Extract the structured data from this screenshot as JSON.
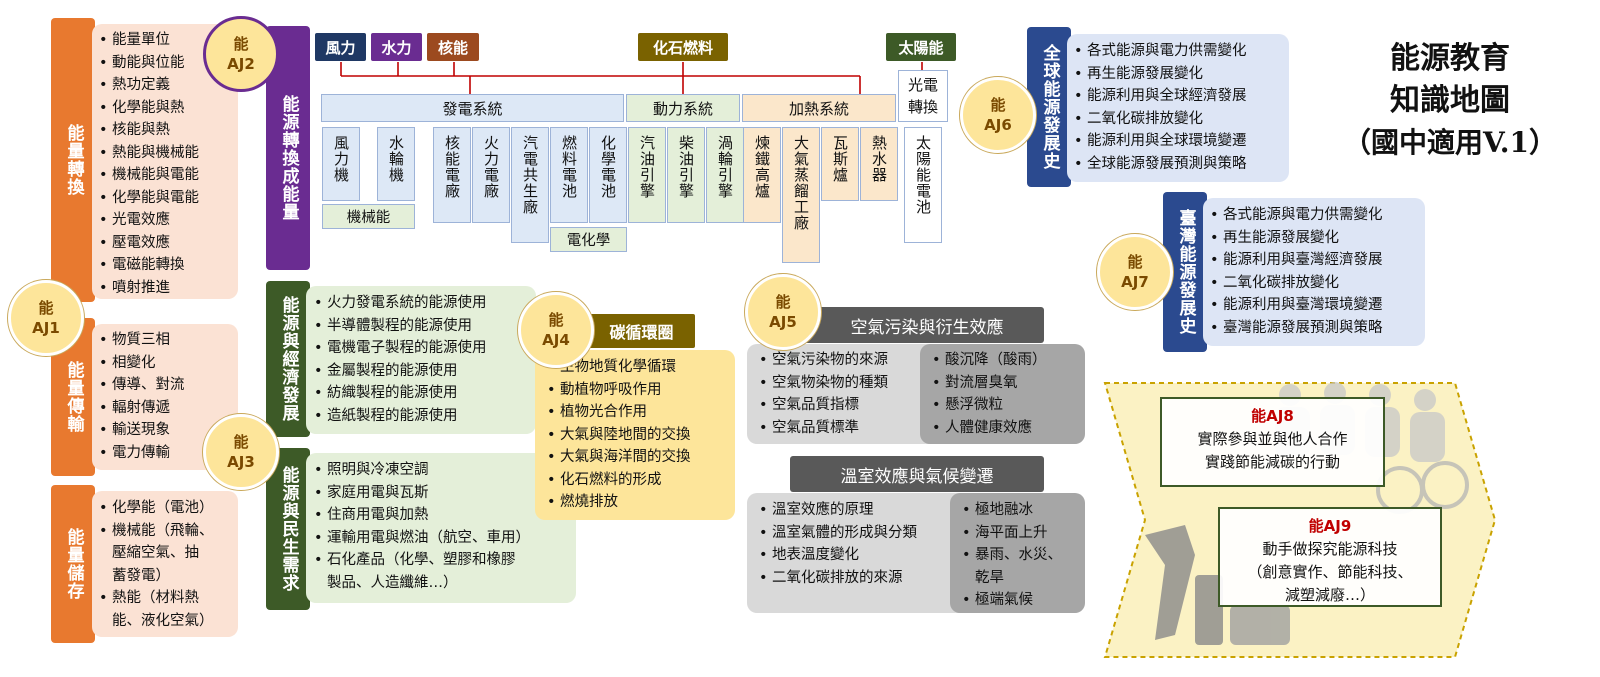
{
  "title": {
    "line1": "能源教育",
    "line2": "知識地圖",
    "line3": "（國中適用V.1）"
  },
  "aj1": {
    "code1": "能",
    "code2": "AJ1",
    "groups": [
      {
        "tab": "能量轉換",
        "items": [
          "能量單位",
          "動能與位能",
          "熱功定義",
          "化學能與熱",
          "核能與熱",
          "熱能與機械能",
          "機械能與電能",
          "化學能與電能",
          "光電效應",
          "壓電效應",
          "電磁能轉換",
          "噴射推進"
        ]
      },
      {
        "tab": "能量傳輸",
        "items": [
          "物質三相",
          "相變化",
          "傳導、對流",
          "輻射傳遞",
          "輸送現象",
          "電力傳輸"
        ]
      },
      {
        "tab": "能量儲存",
        "items": [
          "化學能（電池）",
          "機械能（飛輪、",
          "壓縮空氣、抽",
          "蓄發電）",
          "熱能（材料熱",
          "能、液化空氣）"
        ]
      }
    ]
  },
  "aj2": {
    "code1": "能",
    "code2": "AJ2",
    "tab": "能源轉換成能量",
    "sources": [
      "風力",
      "水力",
      "核能",
      "化石燃料",
      "太陽能"
    ],
    "systems": [
      "發電系統",
      "動力系統",
      "加熱系統",
      "光電轉換"
    ],
    "cells": [
      "風力機",
      "水輪機",
      "核能電廠",
      "火力電廠",
      "汽電共生廠",
      "燃料電池",
      "化學電池",
      "汽油引擎",
      "柴油引擎",
      "渦輪引擎",
      "煉鐵高爐",
      "大氣蒸餾工廠",
      "瓦斯爐",
      "熱水器",
      "太陽能電池"
    ],
    "sub": [
      "機械能",
      "電化學"
    ]
  },
  "aj3": {
    "code1": "能",
    "code2": "AJ3",
    "econ": {
      "tab": "能源與經濟發展",
      "items": [
        "火力發電系統的能源使用",
        "半導體製程的能源使用",
        "電機電子製程的能源使用",
        "金屬製程的能源使用",
        "紡織製程的能源使用",
        "造紙製程的能源使用"
      ]
    },
    "life": {
      "tab": "能源與民生需求",
      "items": [
        "照明與冷凍空調",
        "家庭用電與瓦斯",
        "住商用電與加熱",
        "運輸用電與燃油（航空、車用）",
        "石化產品（化學、塑膠和橡膠",
        "製品、人造纖維…）"
      ]
    }
  },
  "aj4": {
    "code1": "能",
    "code2": "AJ4",
    "header": "碳循環圈",
    "items": [
      "生物地質化學循環",
      "動植物呼吸作用",
      "植物光合作用",
      "大氣與陸地間的交換",
      "大氣與海洋間的交換",
      "化石燃料的形成",
      "燃燒排放"
    ]
  },
  "aj5": {
    "code1": "能",
    "code2": "AJ5",
    "air": {
      "header": "空氣污染與衍生效應",
      "left": [
        "空氣污染物的來源",
        "空氣物染物的種類",
        "空氣品質指標",
        "空氣品質標準"
      ],
      "right": [
        "酸沉降（酸雨）",
        "對流層臭氧",
        "懸浮微粒",
        "人體健康效應"
      ]
    },
    "ghg": {
      "header": "溫室效應與氣候變遷",
      "left": [
        "溫室效應的原理",
        "溫室氣體的形成與分類",
        "地表溫度變化",
        "二氧化碳排放的來源"
      ],
      "right": [
        "極地融冰",
        "海平面上升",
        "暴雨、水災、",
        "乾旱",
        "極端氣候"
      ]
    }
  },
  "aj6": {
    "code1": "能",
    "code2": "AJ6",
    "tab": "全球能源發展史",
    "items": [
      "各式能源與電力供需變化",
      "再生能源發展變化",
      "能源利用與全球經濟發展",
      "二氧化碳排放變化",
      "能源利用與全球環境變遷",
      "全球能源發展預測與策略"
    ]
  },
  "aj7": {
    "code1": "能",
    "code2": "AJ7",
    "tab": "臺灣能源發展史",
    "items": [
      "各式能源與電力供需變化",
      "再生能源發展變化",
      "能源利用與臺灣經濟發展",
      "二氧化碳排放變化",
      "能源利用與臺灣環境變遷",
      "臺灣能源發展預測與策略"
    ]
  },
  "aj8": {
    "code": "能AJ8",
    "lines": [
      "實際參與並與他人合作",
      "實踐節能減碳的行動"
    ]
  },
  "aj9": {
    "code": "能AJ9",
    "lines": [
      "動手做探究能源科技",
      "（創意實作、節能科技、",
      "減塑減廢…）"
    ]
  },
  "colors": {
    "orange": "#e8792f",
    "purple": "#6a2c91",
    "green": "#3d5a27",
    "navy": "#2b4a8f",
    "yellow": "#fde59a",
    "gray": "#595959"
  }
}
